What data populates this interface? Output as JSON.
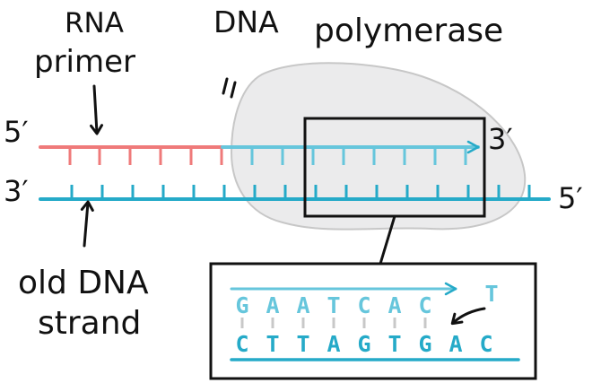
{
  "labels": {
    "rna_primer_line1": "RNA",
    "rna_primer_line2": "primer",
    "dna_polymerase_line1": "DNA",
    "dna_polymerase_line2": "polymerase",
    "old_dna_line1": "old DNA",
    "old_dna_line2": "strand",
    "top_left_end": "5′",
    "top_right_end": "3′",
    "bottom_left_end": "3′",
    "bottom_right_end": "5′"
  },
  "inset": {
    "new_strand": [
      "G",
      "A",
      "A",
      "T",
      "C",
      "A",
      "C"
    ],
    "incoming_nucleotide": "T",
    "template_strand": [
      "C",
      "T",
      "T",
      "A",
      "G",
      "T",
      "G",
      "A",
      "C"
    ]
  },
  "colors": {
    "rna": "#ef7a7a",
    "dna": "#25aac8",
    "dna_light": "#66c6dc",
    "polymerase_fill": "#ebebec",
    "polymerase_stroke": "#c7c7c7",
    "ink": "#111111",
    "base_pair_line": "#c8c8c8"
  }
}
